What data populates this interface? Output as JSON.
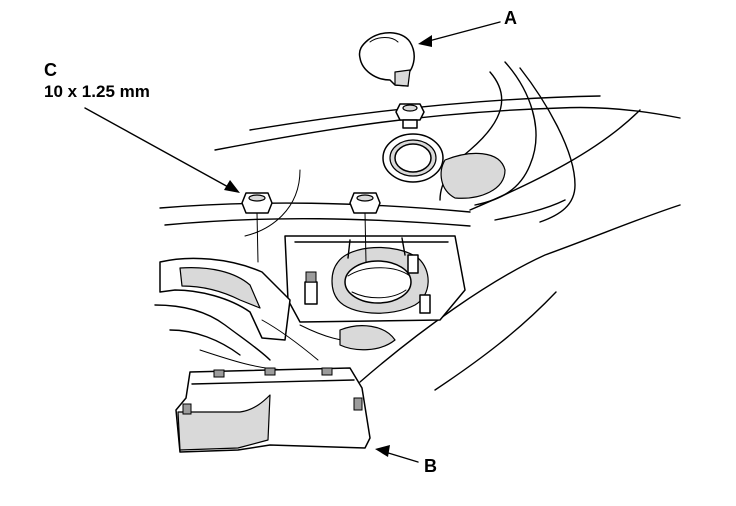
{
  "callouts": {
    "a": "A",
    "b": "B",
    "c": "C",
    "c_spec": "10 x 1.25 mm"
  }
}
